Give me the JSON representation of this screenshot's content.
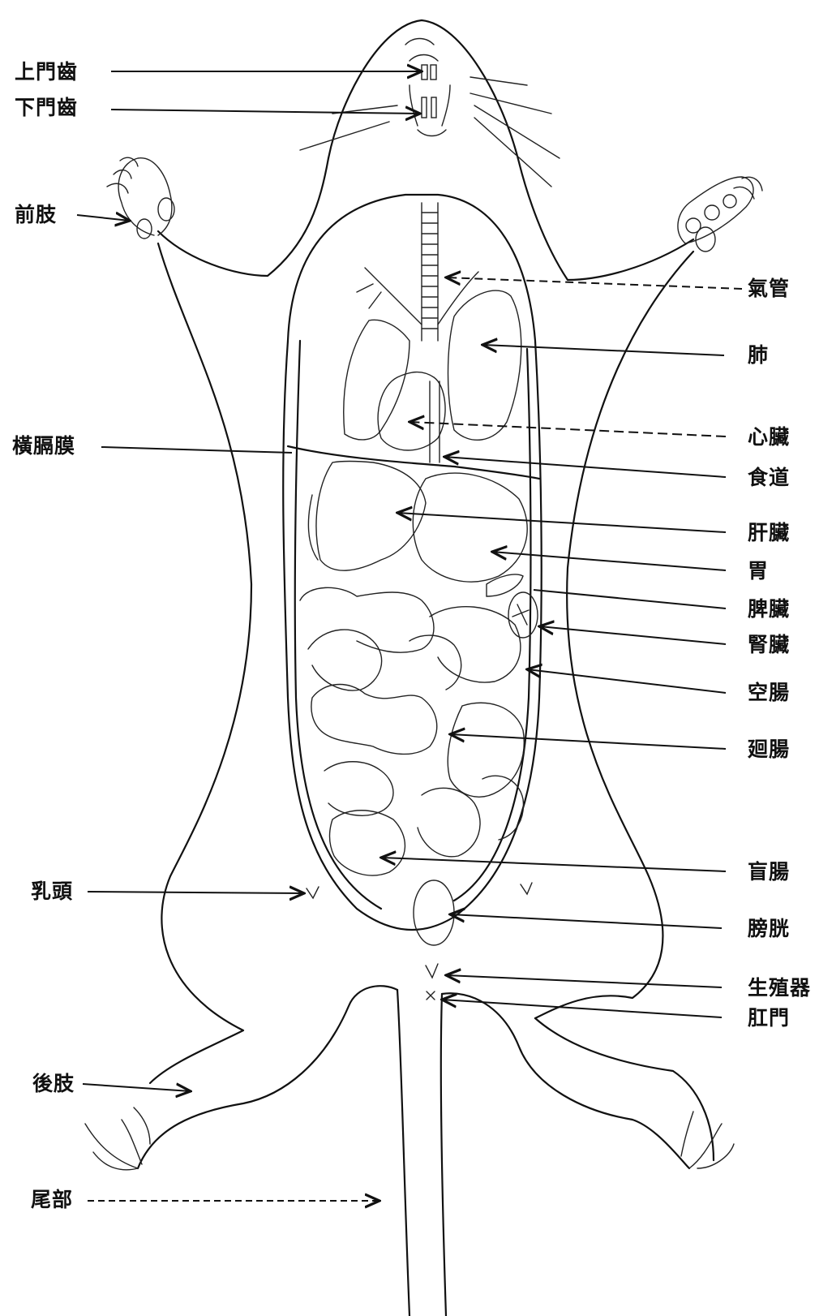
{
  "labels": {
    "upper_incisor": "上門齒",
    "lower_incisor": "下門齒",
    "forelimb": "前肢",
    "diaphragm": "橫膈膜",
    "nipple": "乳頭",
    "hindlimb": "後肢",
    "tail": "尾部",
    "trachea": "氣管",
    "lung": "肺",
    "heart": "心臟",
    "esophagus": "食道",
    "liver": "肝臟",
    "stomach": "胃",
    "spleen": "脾臟",
    "kidney": "腎臟",
    "jejunum": "空腸",
    "ileum": "廻腸",
    "cecum": "盲腸",
    "bladder": "膀胱",
    "genitals": "生殖器",
    "anus": "肛門"
  }
}
